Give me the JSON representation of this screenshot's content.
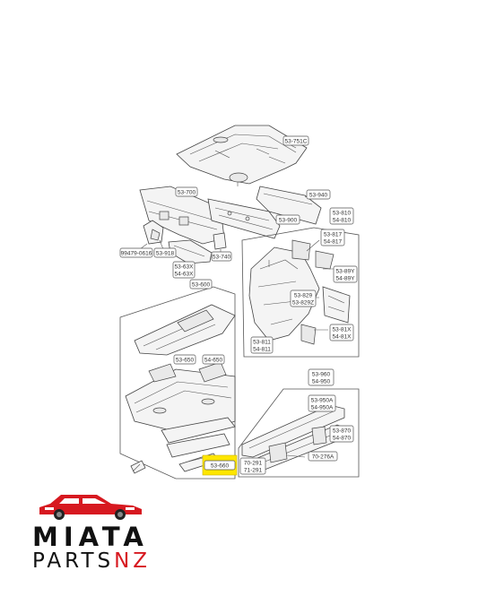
{
  "parts": [
    [
      "53-751C"
    ],
    [
      "53-700"
    ],
    [
      "53-940"
    ],
    [
      "53-900"
    ],
    [
      "99479-0616"
    ],
    [
      "53-918"
    ],
    [
      "53-63X",
      "54-63X"
    ],
    [
      "53-740"
    ],
    [
      "53-810",
      "54-810"
    ],
    [
      "53-817",
      "54-817"
    ],
    [
      "53-89Y",
      "54-89Y"
    ],
    [
      "53-829",
      "53-829Z"
    ],
    [
      "53-811",
      "54-811"
    ],
    [
      "53-81X",
      "54-81X"
    ],
    [
      "53-600"
    ],
    [
      "53-650"
    ],
    [
      "54-650"
    ],
    [
      "53-960",
      "54-950"
    ],
    [
      "53-950A",
      "54-950A"
    ],
    [
      "53-870",
      "54-870"
    ],
    [
      "70-291",
      "71-291"
    ],
    [
      "70-276A"
    ],
    [
      "53-660"
    ]
  ],
  "highlighted_part": "53-660",
  "brand": {
    "line1": "MIATA",
    "line2a": "PARTS",
    "line2b": "NZ"
  },
  "colors": {
    "highlight": "#ffe600",
    "brand_red": "#d71920",
    "text": "#111111"
  },
  "icons": [
    "car-logo-icon",
    "arrow-icon"
  ]
}
